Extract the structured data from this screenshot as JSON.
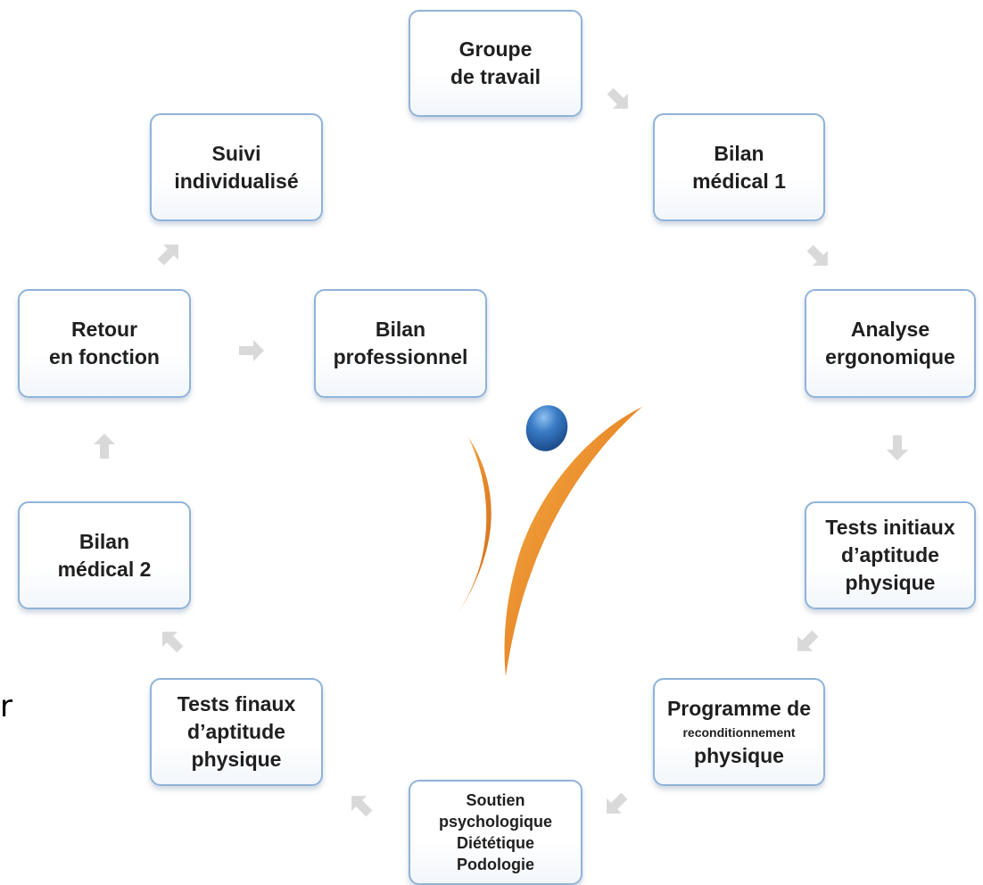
{
  "diagram": {
    "nodes": {
      "groupe_travail": [
        "Groupe",
        "de travail"
      ],
      "bilan_medical_1": [
        "Bilan",
        "médical 1"
      ],
      "analyse_ergonomique": [
        "Analyse",
        "ergonomique"
      ],
      "tests_initiaux": [
        "Tests initiaux",
        "d’aptitude",
        "physique"
      ],
      "programme": [
        "Programme de",
        "reconditionnement",
        "physique"
      ],
      "soutien": [
        "Soutien",
        "psychologique",
        "Diététique",
        "Podologie"
      ],
      "tests_finaux": [
        "Tests finaux",
        "d’aptitude",
        "physique"
      ],
      "bilan_medical_2": [
        "Bilan",
        "médical 2"
      ],
      "retour_fonction": [
        "Retour",
        "en fonction"
      ],
      "suivi": [
        "Suivi",
        "individualisé"
      ],
      "bilan_professionnel": [
        "Bilan",
        "professionnel"
      ]
    },
    "edge_text": "r",
    "colors": {
      "box_border": "#8fb3d9",
      "arrow": "#d9d9d9",
      "figure_orange": "#e8892a",
      "figure_head_blue": "#2f6db5"
    }
  }
}
